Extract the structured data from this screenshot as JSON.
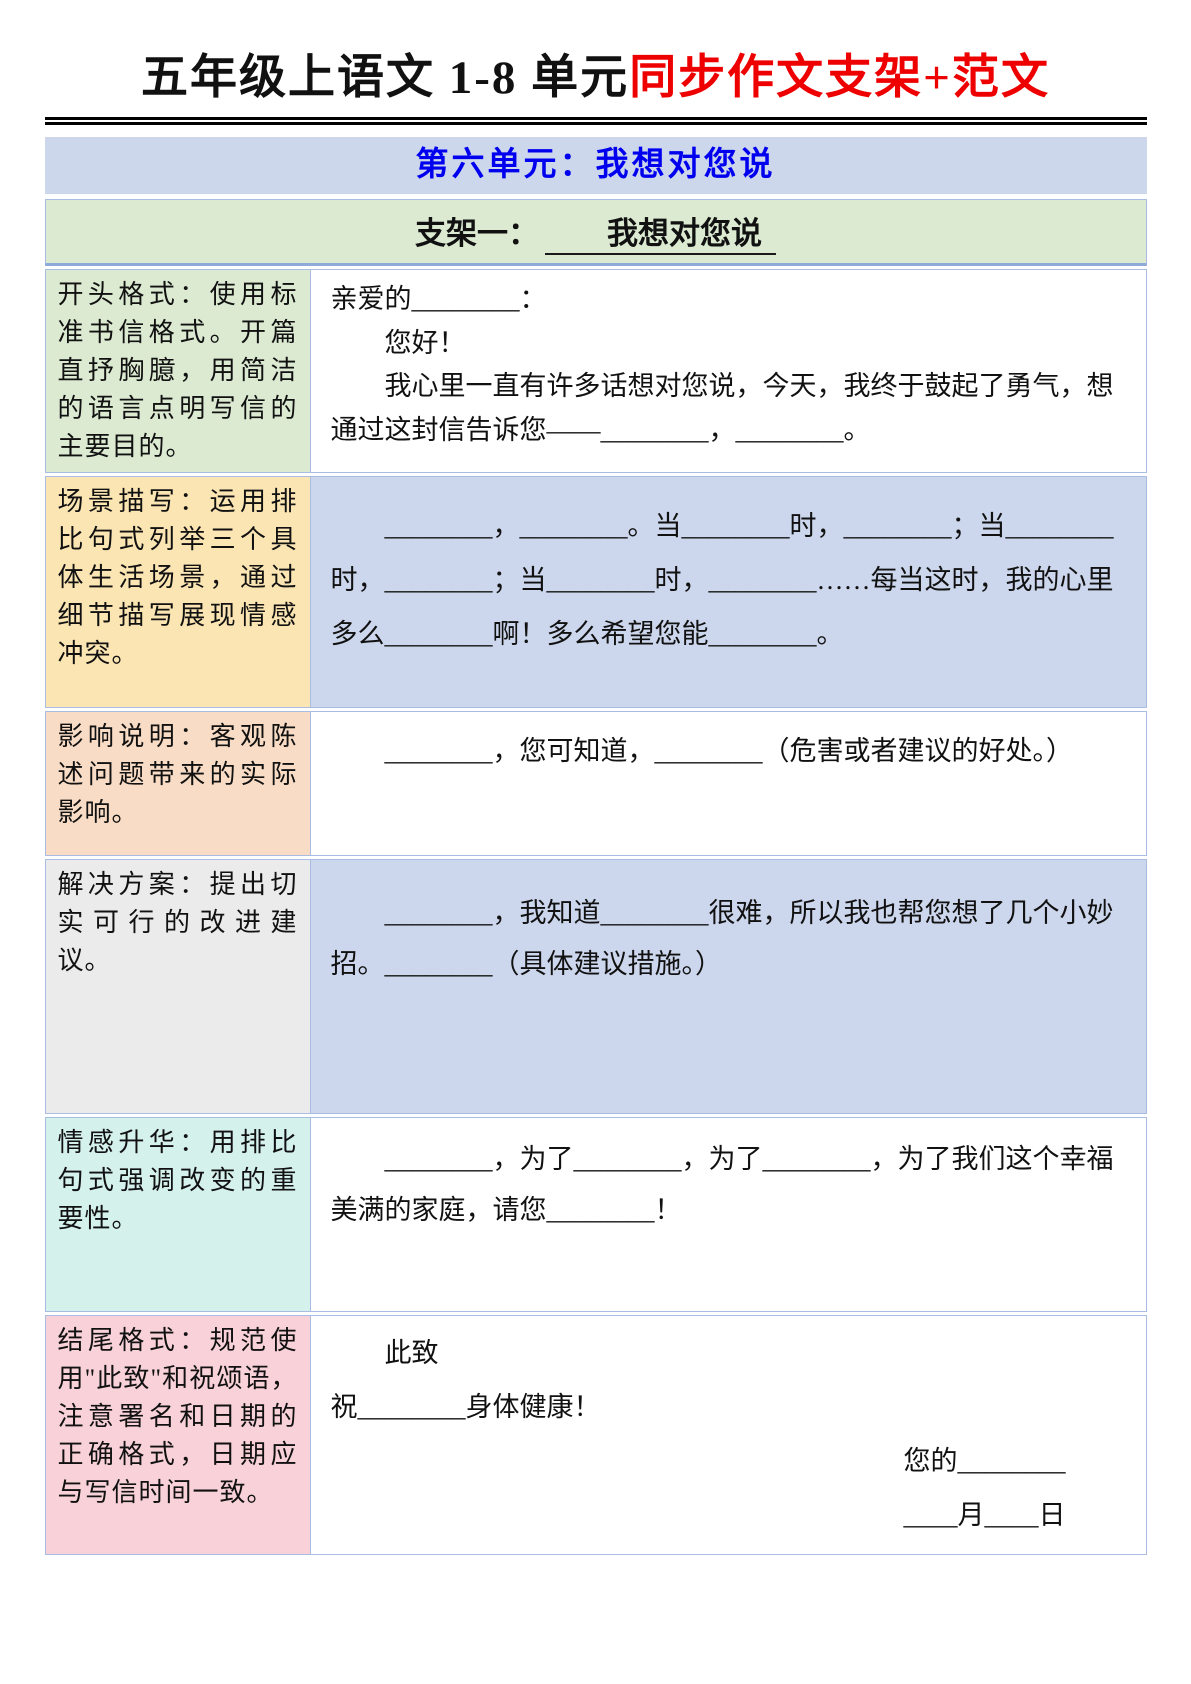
{
  "title": {
    "part_black": "五年级上语文 1-8 单元",
    "part_red": "同步作文支架+范文"
  },
  "banner": {
    "text": "第六单元：我想对您说"
  },
  "scaffold_table": {
    "header": {
      "label": "支架一：",
      "blank_value": "我想对您说"
    },
    "rows": [
      {
        "section": "开头格式",
        "left_text": "开头格式：使用标准书信格式。开篇直抒胸臆，用简洁的语言点明写信的主要目的。",
        "left_bg": "#dcead2",
        "right_bg": "#ffffff",
        "right_paragraphs": [
          "亲爱的________：",
          "您好！",
          "我心里一直有许多话想对您说，今天，我终于鼓起了勇气，想通过这封信告诉您——________，________。"
        ]
      },
      {
        "section": "场景描写",
        "left_text": "场景描写：运用排比句式列举三个具体生活场景，通过细节描写展现情感冲突。",
        "left_bg": "#fbe5b3",
        "right_bg": "#ccd6ec",
        "right_paragraphs": [
          "________，________。当________时，________；当________时，________；当________时，________……每当这时，我的心里多么________啊！多么希望您能________。"
        ]
      },
      {
        "section": "影响说明",
        "left_text": "影响说明：客观陈述问题带来的实际影响。",
        "left_bg": "#f8dcc5",
        "right_bg": "#ffffff",
        "right_paragraphs": [
          "________，您可知道，________（危害或者建议的好处。）"
        ]
      },
      {
        "section": "解决方案",
        "left_text": "解决方案：提出切实可行的改进建议。",
        "left_bg": "#ebebeb",
        "right_bg": "#ccd6ec",
        "right_paragraphs": [
          "________，我知道________很难，所以我也帮您想了几个小妙招。________（具体建议措施。）"
        ]
      },
      {
        "section": "情感升华",
        "left_text": "情感升华：用排比句式强调改变的重要性。",
        "left_bg": "#d5f1ec",
        "right_bg": "#ffffff",
        "right_paragraphs": [
          "________，为了________，为了________，为了我们这个幸福美满的家庭，请您________！"
        ]
      },
      {
        "section": "结尾格式",
        "left_text": "结尾格式：规范使用\"此致\"和祝颂语，注意署名和日期的正确格式，日期应与写信时间一致。",
        "left_bg": "#f8d2d8",
        "right_bg": "#ffffff",
        "right_paragraphs": [
          "此致",
          "祝________身体健康！",
          "您的________",
          "____月____日"
        ]
      }
    ]
  },
  "colors": {
    "title_red": "#ee0000",
    "banner_bg": "#ccd7ec",
    "banner_text": "#0000ee",
    "header_bg": "#dcead2",
    "table_border": "#a9bde2"
  }
}
